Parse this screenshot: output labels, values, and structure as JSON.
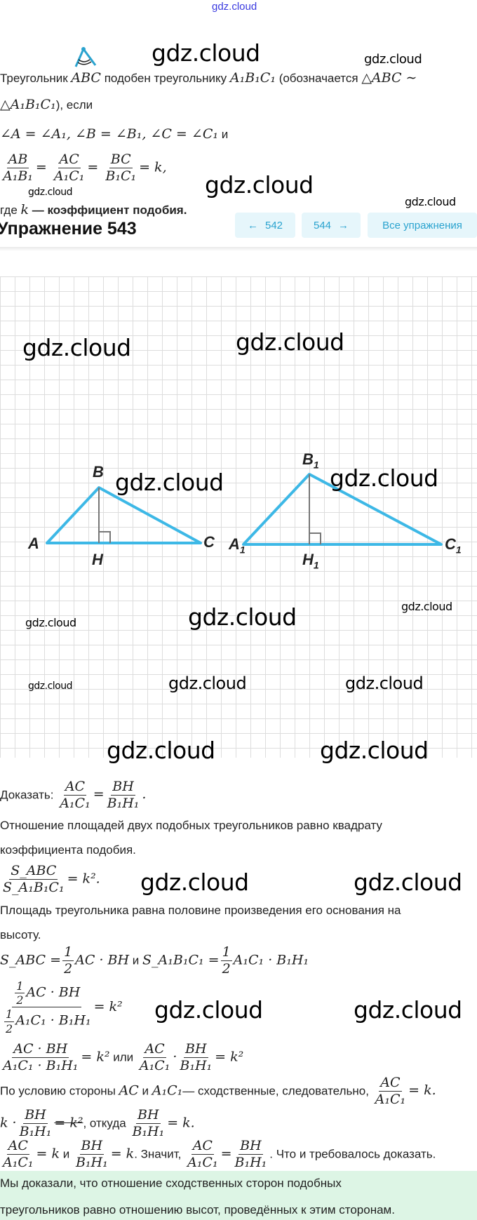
{
  "watermark": "gdz.cloud",
  "header": {
    "site_link": "gdz.cloud"
  },
  "theory": {
    "line1_a": "Треугольник ",
    "abc": "ABC",
    "line1_b": " подобен треугольнику ",
    "a1b1c1": "A₁B₁C₁",
    "line1_c": " (обозначается ",
    "sim1": "△ABC ∼",
    "sim2": "△A₁B₁C₁",
    "line2_b": "), если",
    "angles": "∠A = ∠A₁, ∠B = ∠B₁, ∠C = ∠C₁",
    "and": " и",
    "ratio": [
      {
        "n": "AB",
        "d": "A₁B₁"
      },
      {
        "n": "AC",
        "d": "A₁C₁"
      },
      {
        "n": "BC",
        "d": "B₁C₁"
      }
    ],
    "eq": "=",
    "eq_k": "= k,",
    "where_a": "где ",
    "k": "k",
    "where_b": " — коэффициент подобия."
  },
  "exercise": {
    "title": "Упражнение 543",
    "prev": {
      "arrow": "←",
      "label": "542"
    },
    "next": {
      "label": "544",
      "arrow": "→"
    },
    "all": "Все упражнения"
  },
  "figure": {
    "tri1": {
      "A": "A",
      "B": "B",
      "C": "C",
      "H": "H"
    },
    "tri2": {
      "A": "A",
      "B": "B",
      "C": "C",
      "H": "H",
      "sub": "1"
    },
    "color": "#3db8e6"
  },
  "solution": {
    "prove_label": "Доказать: ",
    "prove": [
      {
        "n": "AC",
        "d": "A₁C₁"
      },
      {
        "n": "BH",
        "d": "B₁H₁"
      }
    ],
    "p1a": "Отношение площадей двух подобных треугольников равно квадрату",
    "p1b": "коэффициента подобия.",
    "area_ratio": {
      "n": "S_ABC",
      "d": "S_A₁B₁C₁",
      "rhs": "= k²."
    },
    "p2a": "Площадь треугольника равна половине произведения его основания на",
    "p2b": "высоту.",
    "area1_lhs": "S_ABC =",
    "half": {
      "n": "1",
      "d": "2"
    },
    "area1_rhs": "AC · BH",
    "and": " и ",
    "area2_lhs": "S_A₁B₁C₁ =",
    "area2_rhs": "A₁C₁ · B₁H₁",
    "big_frac": {
      "n": "AC · BH",
      "d": "A₁C₁ · B₁H₁"
    },
    "eq_k2": "= k²",
    "or": " или ",
    "f_ac": {
      "n": "AC",
      "d": "A₁C₁"
    },
    "dot": "·",
    "f_bh": {
      "n": "BH",
      "d": "B₁H₁"
    },
    "p3a": "По условию стороны ",
    "ac": "AC",
    "p3b": " и ",
    "a1c1": "A₁C₁",
    "p3c": "— сходственные, следовательно, ",
    "eq_k_dot": "= k.",
    "k_dot": "k ·",
    "k2_struck": "= k²",
    "whence": ", откуда ",
    "eq_k": "= k",
    "and2": " и ",
    "thus": ". Значит, ",
    "eq": "=",
    "qed": ". Что и требовалось доказать."
  },
  "conclusion": {
    "line1": "Мы доказали, что отношение сходственных сторон подобных",
    "line2": "треугольников равно отношению высот, проведённых к этим сторонам."
  }
}
